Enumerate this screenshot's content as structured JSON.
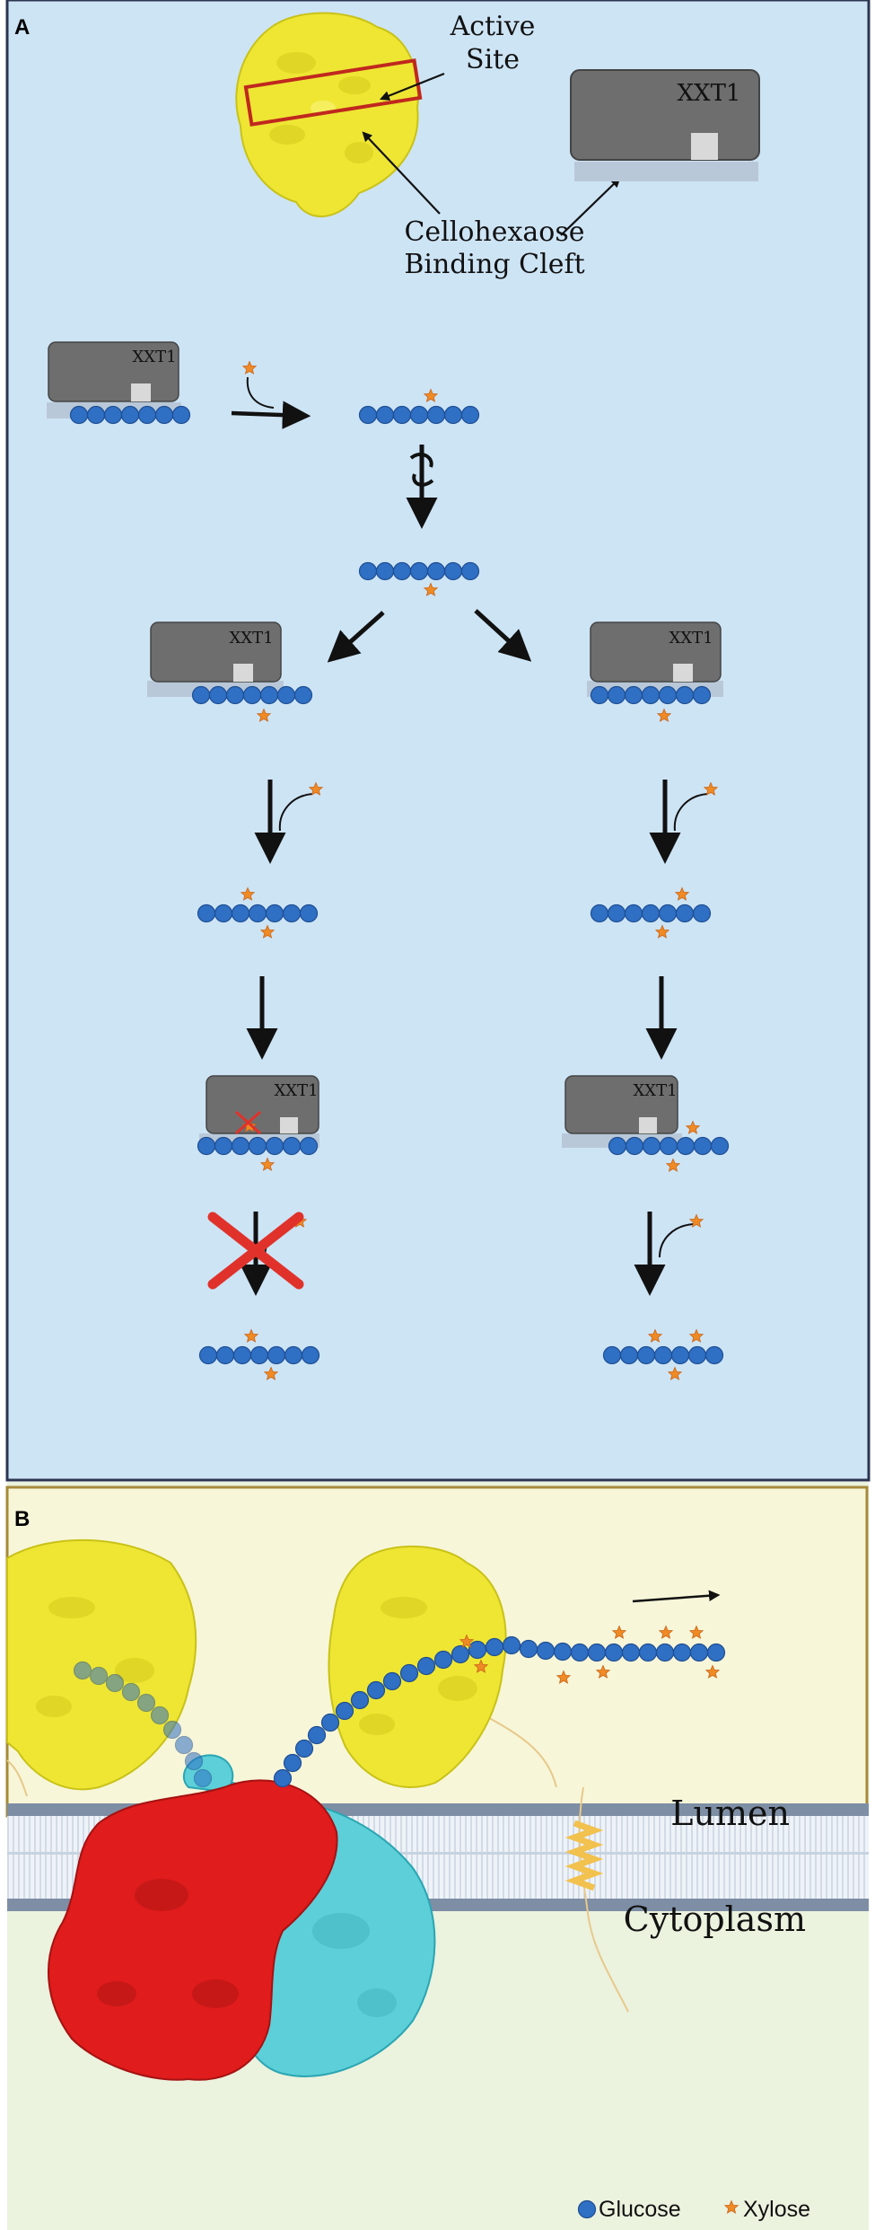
{
  "panel_a": {
    "panel_label": "A",
    "active_site_line1": "Active",
    "active_site_line2": "Site",
    "cleft_line1": "Cellohexaose",
    "cleft_line2": "Binding Cleft",
    "enzyme_label": "XXT1"
  },
  "panel_b": {
    "panel_label": "B",
    "lumen_label": "Lumen",
    "cytoplasm_label": "Cytoplasm"
  },
  "legend": {
    "glucose_label": "Glucose",
    "xylose_label": "Xylose"
  },
  "colors": {
    "panel_a_background": "#cde4f5",
    "lumen_background": "#f7f6d9",
    "cytoplasm_background": "#ebf2de",
    "glucose": "#2f6fc4",
    "xylose": "#f08a24",
    "enzyme": "#6e6e6e",
    "cross": "#e0322b",
    "protein_yellow": "#eee633",
    "protein_red": "#e01c1c",
    "protein_cyan": "#5ccfd9"
  }
}
